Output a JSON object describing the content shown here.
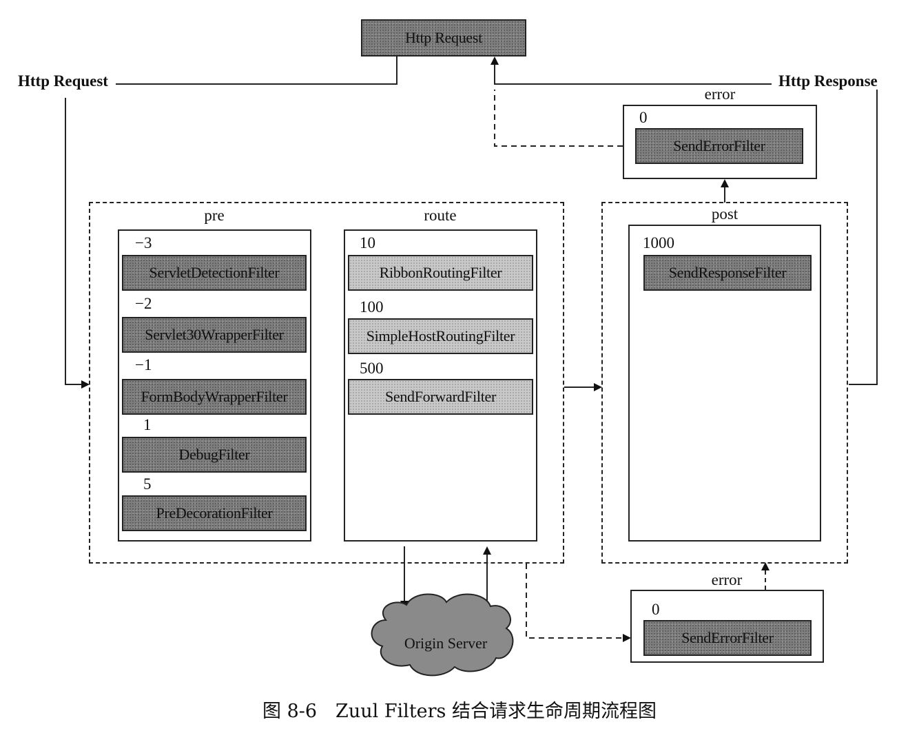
{
  "top_node": "Http Request",
  "left_label": "Http Request",
  "right_label": "Http Response",
  "pre": {
    "title": "pre",
    "filters": [
      {
        "order": "−3",
        "name": "ServletDetectionFilter"
      },
      {
        "order": "−2",
        "name": "Servlet30WrapperFilter"
      },
      {
        "order": "−1",
        "name": "FormBodyWrapperFilter"
      },
      {
        "order": "1",
        "name": "DebugFilter"
      },
      {
        "order": "5",
        "name": "PreDecorationFilter"
      }
    ]
  },
  "route": {
    "title": "route",
    "filters": [
      {
        "order": "10",
        "name": "RibbonRoutingFilter"
      },
      {
        "order": "100",
        "name": "SimpleHostRoutingFilter"
      },
      {
        "order": "500",
        "name": "SendForwardFilter"
      }
    ]
  },
  "post": {
    "title": "post",
    "filters": [
      {
        "order": "1000",
        "name": "SendResponseFilter"
      }
    ]
  },
  "error_top": {
    "title": "error",
    "order": "0",
    "name": "SendErrorFilter"
  },
  "error_bottom": {
    "title": "error",
    "order": "0",
    "name": "SendErrorFilter"
  },
  "origin": "Origin Server",
  "caption": "图 8-6　Zuul Filters 结合请求生命周期流程图"
}
